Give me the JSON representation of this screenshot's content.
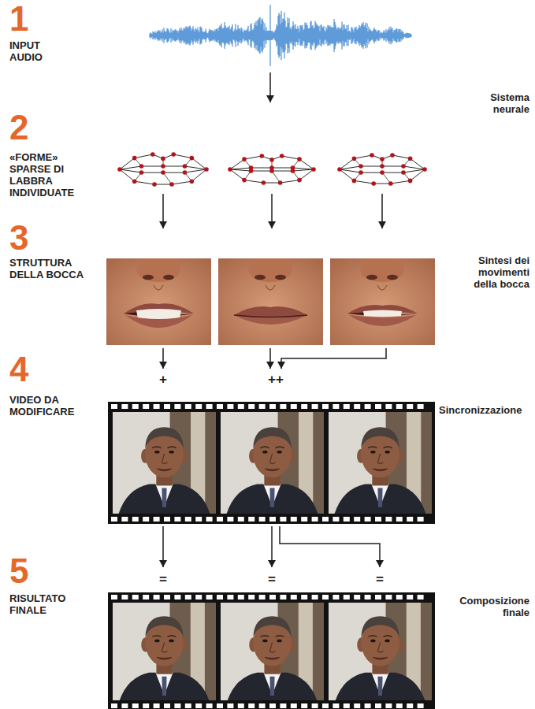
{
  "diagram": {
    "labels": [
      "1",
      "INPUT AUDIO",
      "Sistema neurale",
      "2",
      "«FORME» SPARSE DI LABBRA INDIVIDUATE",
      "3",
      "STRUTTURA DELLA BOCCA",
      "Sintesi dei movimenti della bocca",
      "+",
      "++",
      "4",
      "VIDEO DA MODIFICARE",
      "Sincronizzazione",
      "=",
      "=",
      "=",
      "5",
      "RISULTATO FINALE",
      "Composizione finale"
    ]
  }
}
